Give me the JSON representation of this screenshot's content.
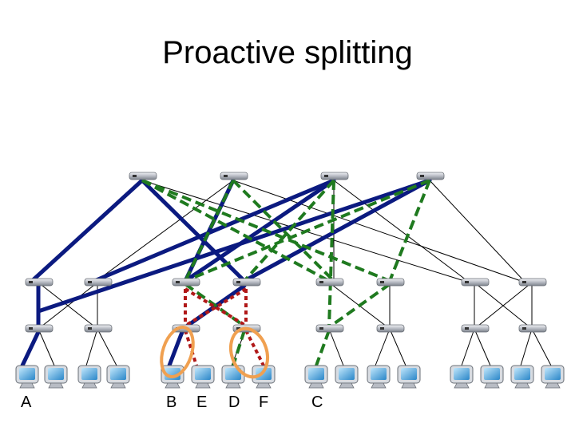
{
  "title": "Proactive splitting",
  "host_labels": {
    "A": "A",
    "B": "B",
    "E": "E",
    "D": "D",
    "F": "F",
    "C": "C"
  },
  "colors": {
    "flow_blue": "#0b1a80",
    "flow_green": "#1f7a1f",
    "flow_red": "#b01818",
    "thin_link": "#000000",
    "highlight_ring": "#f0a050",
    "switch_body": "#9aa0a8",
    "monitor_screen": "#4aa8e0"
  },
  "legend_note": ""
}
